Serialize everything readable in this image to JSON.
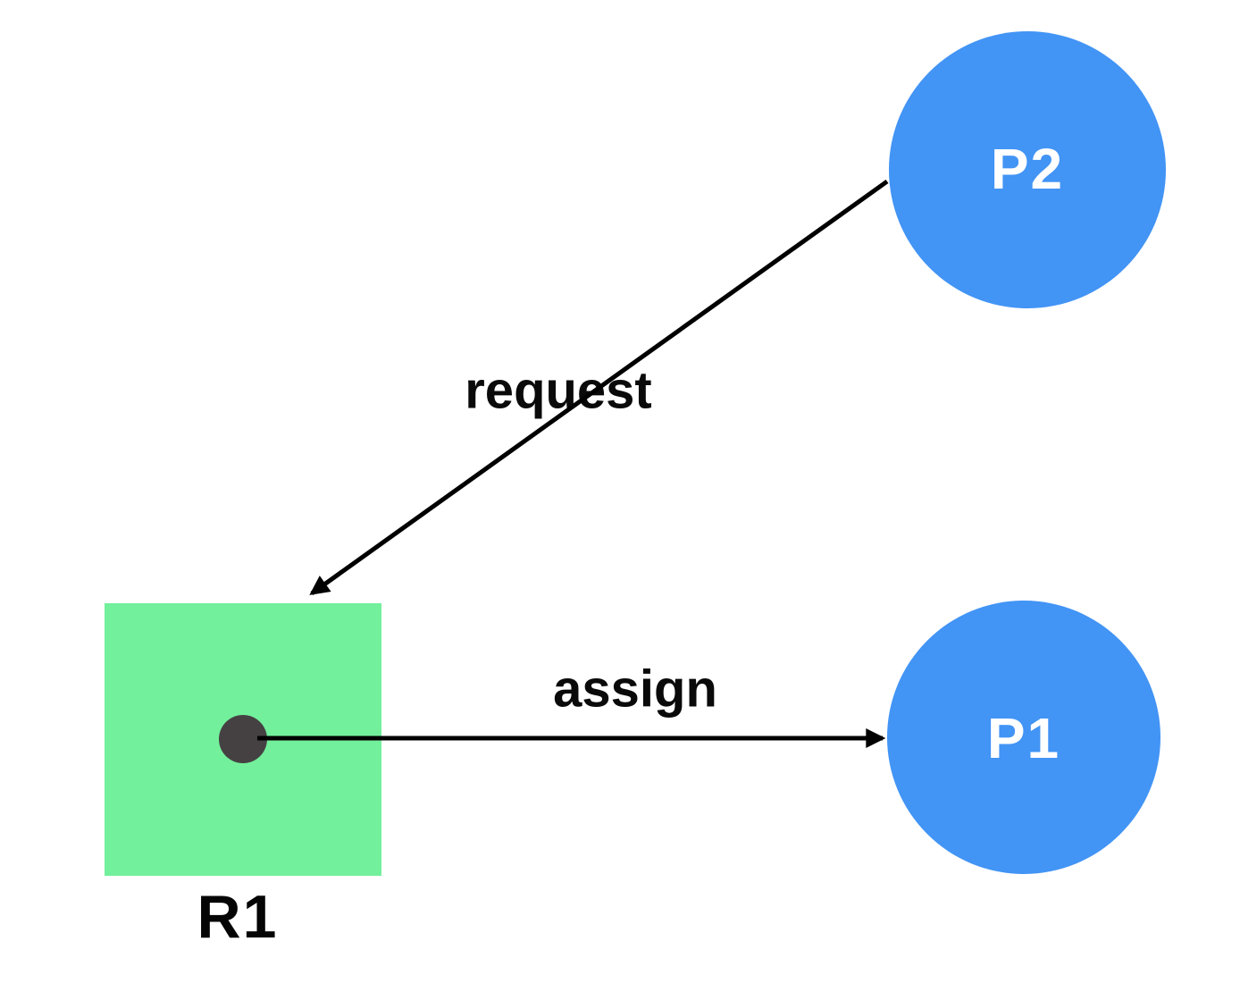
{
  "diagram": {
    "kind": "resource-allocation-graph",
    "nodes": {
      "p2": {
        "label": "P2",
        "type": "process"
      },
      "p1": {
        "label": "P1",
        "type": "process"
      },
      "r1": {
        "label": "R1",
        "type": "resource",
        "instance_count": 1
      }
    },
    "edges": [
      {
        "from": "P2",
        "to": "R1",
        "label": "request",
        "type": "request"
      },
      {
        "from": "R1",
        "to": "P1",
        "label": "assign",
        "type": "assignment"
      }
    ],
    "colors": {
      "process_fill": "#4294F5",
      "process_label_text": "#FFFFFF",
      "resource_fill": "#73F09B",
      "instance_dot": "#454143",
      "edge_stroke": "#000000",
      "edge_label_text": "#0A0A0A",
      "background": "#FFFFFF"
    }
  }
}
